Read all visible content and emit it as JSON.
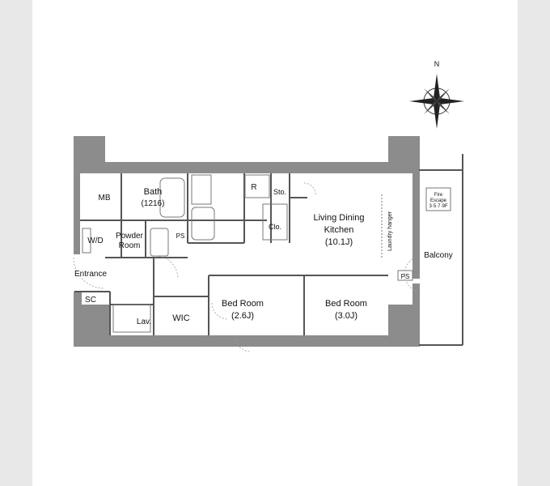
{
  "compass": {
    "north_label": "N"
  },
  "rooms": {
    "mb": "MB",
    "bath": {
      "name": "Bath",
      "size": "(1216)"
    },
    "wd": "W/D",
    "powder": {
      "line1": "Powder",
      "line2": "Room"
    },
    "ps_left": "PS",
    "entrance": "Entrance",
    "sc": "SC",
    "lav": "Lav.",
    "wic": "WIC",
    "refrigerator": "R",
    "storage": "Sto.",
    "closet": "Clo.",
    "ldk": {
      "line1": "Living Dining",
      "line2": "Kitchen",
      "size": "(10.1J)"
    },
    "laundry_hanger": "Laundry hanger",
    "bed1": {
      "name": "Bed Room",
      "size": "(2.6J)"
    },
    "bed2": {
      "name": "Bed Room",
      "size": "(3.0J)"
    },
    "ps_right": "PS",
    "balcony": "Balcony",
    "fire_escape": {
      "line1": "Fire",
      "line2": "Escape",
      "line3": "3·5·7·9F"
    }
  },
  "colors": {
    "wall": "#8c8c8c",
    "line": "#555555",
    "text": "#111111"
  }
}
